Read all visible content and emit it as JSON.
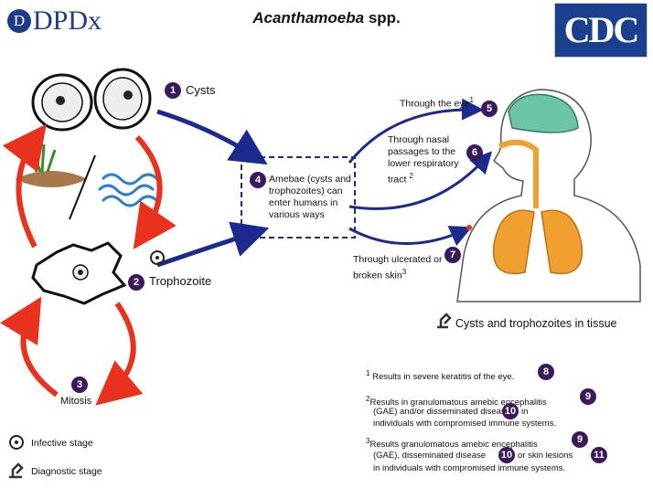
{
  "header": {
    "logo_left": "DPDx",
    "logo_left_mark": "D",
    "title_genus": "Acanthamoeba",
    "title_suffix": " spp.",
    "logo_right": "CDC"
  },
  "stages": {
    "s1": {
      "num": "1",
      "label": "Cysts"
    },
    "s2": {
      "num": "2",
      "label": "Trophozoite"
    },
    "s3": {
      "num": "3",
      "label": "Mitosis"
    },
    "s4": {
      "num": "4",
      "label": "Amebae (cysts and trophozoites) can enter humans in various ways"
    },
    "s5": {
      "num": "5",
      "label": "Through the eye",
      "sup": "1"
    },
    "s6": {
      "num": "6",
      "label": "Through nasal passages to the lower respiratory tract",
      "sup": "2"
    },
    "s7": {
      "num": "7",
      "label": "Through ulcerated or broken skin",
      "sup": "3"
    }
  },
  "tissue_label": "Cysts and trophozoites in tissue",
  "legend": {
    "infective": "Infective stage",
    "diagnostic": "Diagnostic stage"
  },
  "notes": {
    "n1": {
      "sup": "1",
      "text": "Results in severe keratitis of the eye.",
      "num": "8"
    },
    "n2": {
      "sup": "2",
      "line1": "Results in granulomatous amebic encephalitis",
      "line2": "(GAE) and/or disseminated disease",
      "line3": "in",
      "line4": "individuals with compromised immune systems.",
      "num_a": "9",
      "num_b": "10"
    },
    "n3": {
      "sup": "3",
      "line1": "Results granulomatous amebic encephalitis",
      "line2": "(GAE), disseminated disease",
      "line3": "or skin lesions",
      "line4": "in individuals with compromised immune systems.",
      "num_a": "9",
      "num_b": "10",
      "num_c": "11"
    }
  },
  "colors": {
    "red_arrow": "#e8321e",
    "blue_arrow": "#1b2a8c",
    "stage_badge": "#3b1a5c",
    "lung": "#f0a030",
    "brain": "#6cc5a8"
  }
}
